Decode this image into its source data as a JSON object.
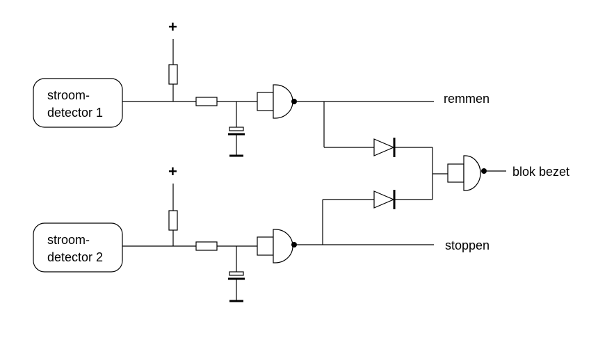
{
  "detectors": [
    {
      "line1": "stroom-",
      "line2": "detector 1"
    },
    {
      "line1": "stroom-",
      "line2": "detector 2"
    }
  ],
  "supply_symbol": "+",
  "outputs": {
    "top": "remmen",
    "bottom": "stoppen",
    "block": "blok bezet"
  }
}
